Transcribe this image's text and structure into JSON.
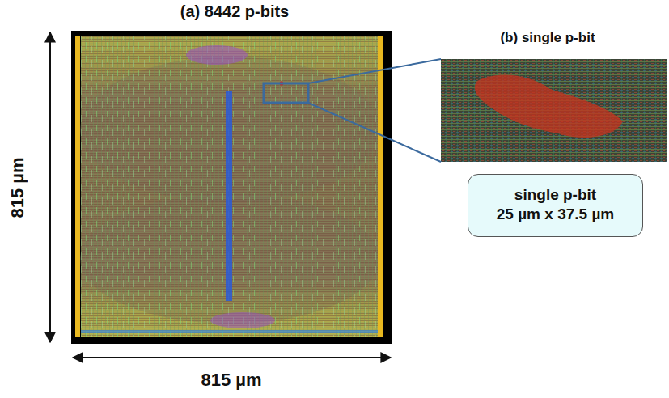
{
  "diagram": {
    "nodes": [
      {
        "text": [
          "single p-bit",
          "25 µm x 37.5 µm"
        ]
      }
    ],
    "labels": [
      "(a) 8442 p-bits",
      "(b) single p-bit",
      "815 µm",
      "815 µm"
    ]
  }
}
